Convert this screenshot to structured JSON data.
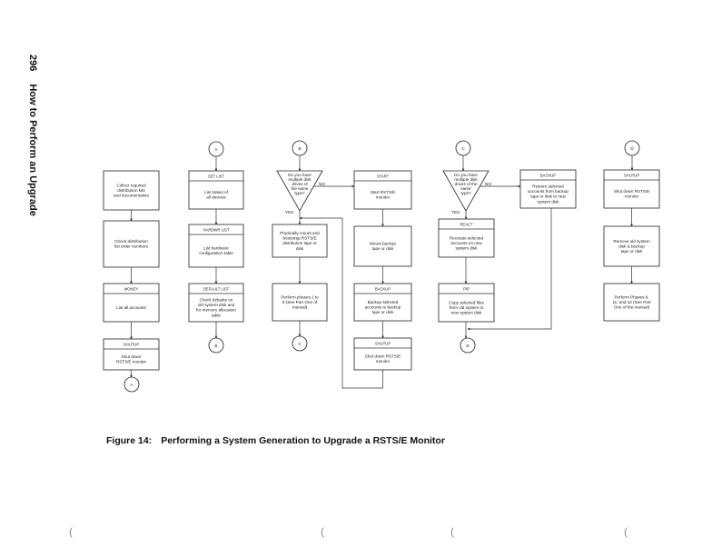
{
  "page": {
    "number": "296",
    "running_head": "How to Perform an Upgrade"
  },
  "figure": {
    "label": "Figure 14:",
    "title": "Performing a System Generation to Upgrade a RSTS/E Monitor"
  },
  "nodes": {
    "collect": {
      "title": "",
      "text": [
        "Collect required",
        "distribution kits",
        "and documentation"
      ]
    },
    "checkdist": {
      "title": "",
      "text": [
        "Check distribution",
        "list order numbers"
      ]
    },
    "money": {
      "title": "MONEY",
      "text": [
        "List all accounts"
      ]
    },
    "shutup1": {
      "title": "SHUTUP",
      "text": [
        "Shut down",
        "RSTS/E monitor"
      ]
    },
    "setlist": {
      "title": "SET LIST",
      "text": [
        "List status of",
        "all devices"
      ]
    },
    "hardwr": {
      "title": "HARDWR LIST",
      "text": [
        "List hardware",
        "configuration table"
      ]
    },
    "default": {
      "title": "DEFAULT LIST",
      "text": [
        "Check defaults on",
        "old system disk and",
        "for memory allocation",
        "table"
      ]
    },
    "decision1": {
      "text": [
        "Do you have",
        "multiple disk",
        "drives of",
        "the same",
        "type?"
      ],
      "no": "NO",
      "yes": "YES"
    },
    "mount_dist": {
      "title": "",
      "text": [
        "Physically mount and",
        "bootstrap RSTS/E",
        "distribution tape or",
        "disk"
      ]
    },
    "phases": {
      "title": "",
      "text": [
        "Perform phases 2 to",
        "8 (See Part One of",
        "manual)"
      ]
    },
    "start": {
      "title": "START",
      "text": [
        "Start RSTS/E",
        "monitor"
      ]
    },
    "mount_backup": {
      "title": "",
      "text": [
        "Mount backup",
        "tape or disk"
      ]
    },
    "backup1": {
      "title": "BACKUP",
      "text": [
        "Backup selected",
        "accounts to backup",
        "tape or disk"
      ]
    },
    "shutup2": {
      "title": "SHUTUP",
      "text": [
        "Shut down RSTS/E",
        "monitor"
      ]
    },
    "decision2": {
      "text": [
        "Do you have",
        "multiple disk",
        "drives of the",
        "same",
        "type?"
      ],
      "no": "NO",
      "yes": "YES"
    },
    "react": {
      "title": "REACT",
      "text": [
        "Recreate selected",
        "accounts on new",
        "system disk"
      ]
    },
    "pip": {
      "title": "PIP",
      "text": [
        "Copy selected files",
        "from old system to",
        "new system disk"
      ]
    },
    "backup2": {
      "title": "BACKUP",
      "text": [
        "Restore selected",
        "accounts from backup",
        "tape or disk to new",
        "system disk"
      ]
    },
    "shutup3": {
      "title": "SHUTUP",
      "text": [
        "Shut down RSTS/E",
        "monitor"
      ]
    },
    "remove": {
      "title": "",
      "text": [
        "Remove old system",
        "disk & backup",
        "tape or disk"
      ]
    },
    "phases9": {
      "title": "",
      "text": [
        "Perform Phases 9,",
        "11, and 12 (See Part",
        "One of the manual)"
      ]
    }
  },
  "connectors": {
    "A1": "A",
    "A2": "A",
    "B1": "B",
    "B2": "B",
    "C1": "C",
    "C2": "C",
    "D1": "D",
    "D2": "D"
  }
}
